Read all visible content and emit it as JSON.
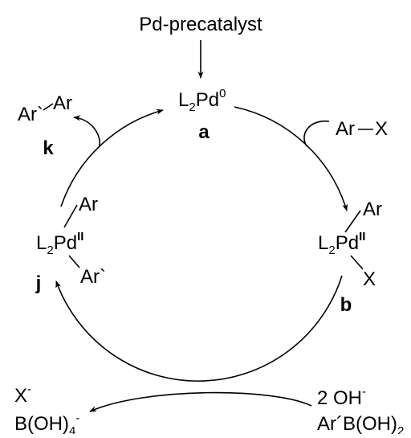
{
  "precatalyst": "Pd-precatalyst",
  "a": {
    "main": "L",
    "sub": "2",
    "metal": "Pd",
    "sup": "0",
    "tag": "a"
  },
  "b": {
    "main": "L",
    "sub": "2",
    "metal": "Pd",
    "sup": "II",
    "top": "Ar",
    "bottom": "X",
    "tag": "b"
  },
  "j": {
    "main": "L",
    "sub": "2",
    "metal": "Pd",
    "sup": "II",
    "top": "Ar",
    "bottom": "Ar`",
    "tag": "j"
  },
  "k": {
    "left": "Ar`",
    "right": "Ar",
    "tag": "k"
  },
  "arx": {
    "left": "Ar",
    "right": "X"
  },
  "inputs": {
    "oh": "2 OH",
    "oh_sup": "-",
    "boron_a": "Ar´B(OH)",
    "boron_sub": "2"
  },
  "outputs": {
    "x": "X",
    "x_sup": "-",
    "borate": "B(OH)",
    "borate_sub": "4",
    "borate_sup": "-"
  }
}
